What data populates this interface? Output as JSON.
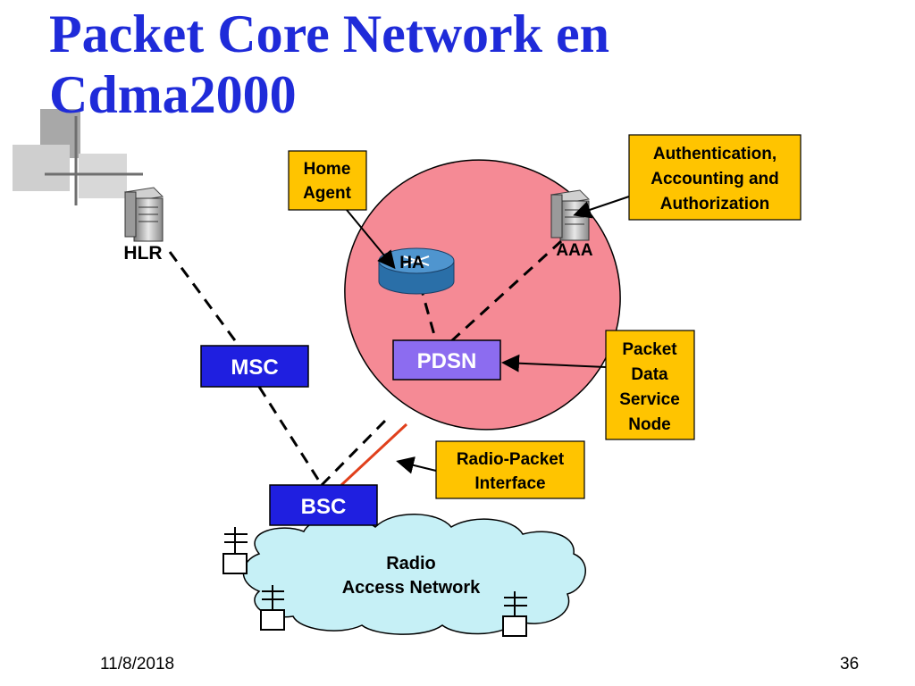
{
  "slide": {
    "title": "Packet Core Network en Cdma2000",
    "date": "11/8/2018",
    "page_number": "36"
  },
  "nodes": {
    "hlr": "HLR",
    "aaa": "AAA",
    "ha": "HA",
    "msc": "MSC",
    "pdsn": "PDSN",
    "bsc": "BSC",
    "ran_line1": "Radio",
    "ran_line2": "Access Network"
  },
  "callouts": {
    "home_agent": [
      "Home",
      "Agent"
    ],
    "aaa": [
      "Authentication,",
      "Accounting and",
      "Authorization"
    ],
    "pdsn": [
      "Packet",
      "Data",
      "Service",
      "Node"
    ],
    "rp_interface": [
      "Radio-Packet",
      "Interface"
    ]
  },
  "colors": {
    "title": "#1f2bd9",
    "node_fill": "#1f1fe0",
    "pdsn_fill": "#8c6cf0",
    "callout_fill": "#ffc400",
    "ellipse_fill": "#f58a95",
    "cloud_fill": "#c6f0f6",
    "rp_line": "#e0401c"
  },
  "icons": [
    "server-icon",
    "router-icon",
    "antenna-icon"
  ]
}
